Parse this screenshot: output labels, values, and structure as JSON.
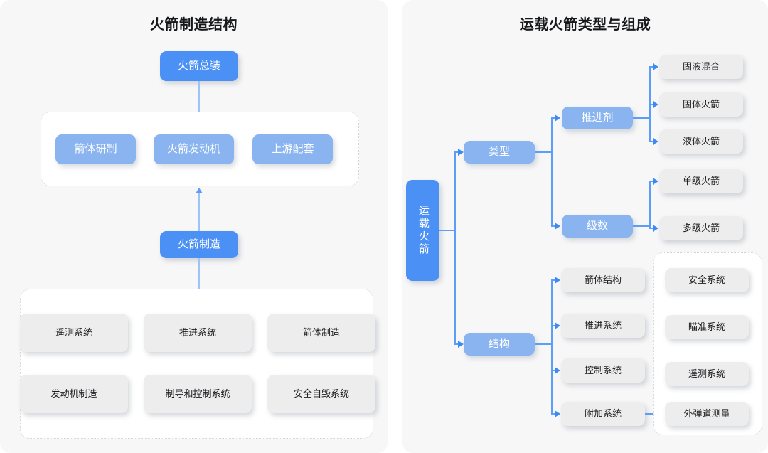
{
  "colors": {
    "page_background": "#ffffff",
    "panel_background": "#f7f7f8",
    "node_blue": "#4a90f5",
    "node_blue_light": "#8ab4f0",
    "node_gray": "#ededee",
    "connector_blue": "#5b9df9",
    "group_border": "#d3d4d6",
    "title_text": "#17181a"
  },
  "left_panel": {
    "title": "火箭制造结构",
    "top_node": "火箭总装",
    "mid_group_nodes": [
      "箭体研制",
      "火箭发动机",
      "上游配套"
    ],
    "center_node": "火箭制造",
    "bottom_group_nodes": [
      "遥测系统",
      "推进系统",
      "箭体制造",
      "发动机制造",
      "制导和控制系统",
      "安全自毁系统"
    ]
  },
  "right_panel": {
    "title": "运载火箭类型与组成",
    "root_node": "运载火箭",
    "branches": [
      {
        "label": "类型",
        "children": [
          {
            "label": "推进剂",
            "leaves": [
              "固液混合",
              "固体火箭",
              "液体火箭"
            ]
          },
          {
            "label": "级数",
            "leaves": [
              "单级火箭",
              "多级火箭"
            ]
          }
        ]
      },
      {
        "label": "结构",
        "leaves": [
          "箭体结构",
          "推进系统",
          "控制系统",
          "附加系统"
        ],
        "附加系统_group": [
          "安全系统",
          "瞄准系统",
          "遥测系统",
          "外弹道测量"
        ]
      }
    ],
    "extra_group_nodes": [
      "安全系统",
      "瞄准系统",
      "遥测系统",
      "外弹道测量"
    ]
  }
}
